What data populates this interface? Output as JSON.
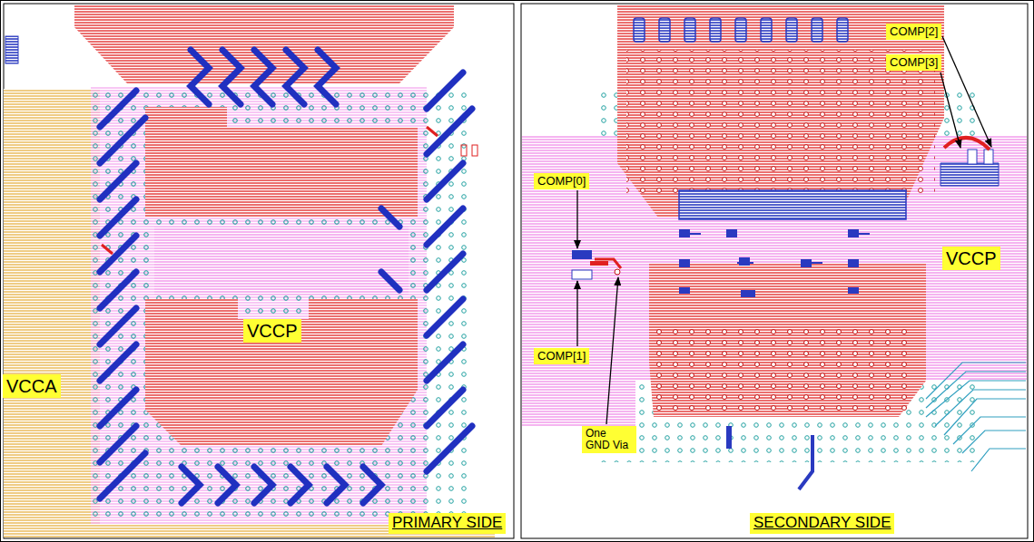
{
  "diagram": {
    "nodes": [
      {
        "text": [
          "VCCP"
        ]
      },
      {
        "text": [
          "VCCA"
        ]
      },
      {
        "text": [
          "PRIMARY SIDE"
        ]
      },
      {
        "text": [
          "COMP[2]"
        ]
      },
      {
        "text": [
          "COMP[3]"
        ]
      },
      {
        "text": [
          "COMP[0]"
        ]
      },
      {
        "text": [
          "VCCP"
        ]
      },
      {
        "text": [
          "COMP[1]"
        ]
      },
      {
        "text": [
          "One GND Via"
        ]
      },
      {
        "text": [
          "SECONDARY SIDE"
        ]
      }
    ]
  }
}
